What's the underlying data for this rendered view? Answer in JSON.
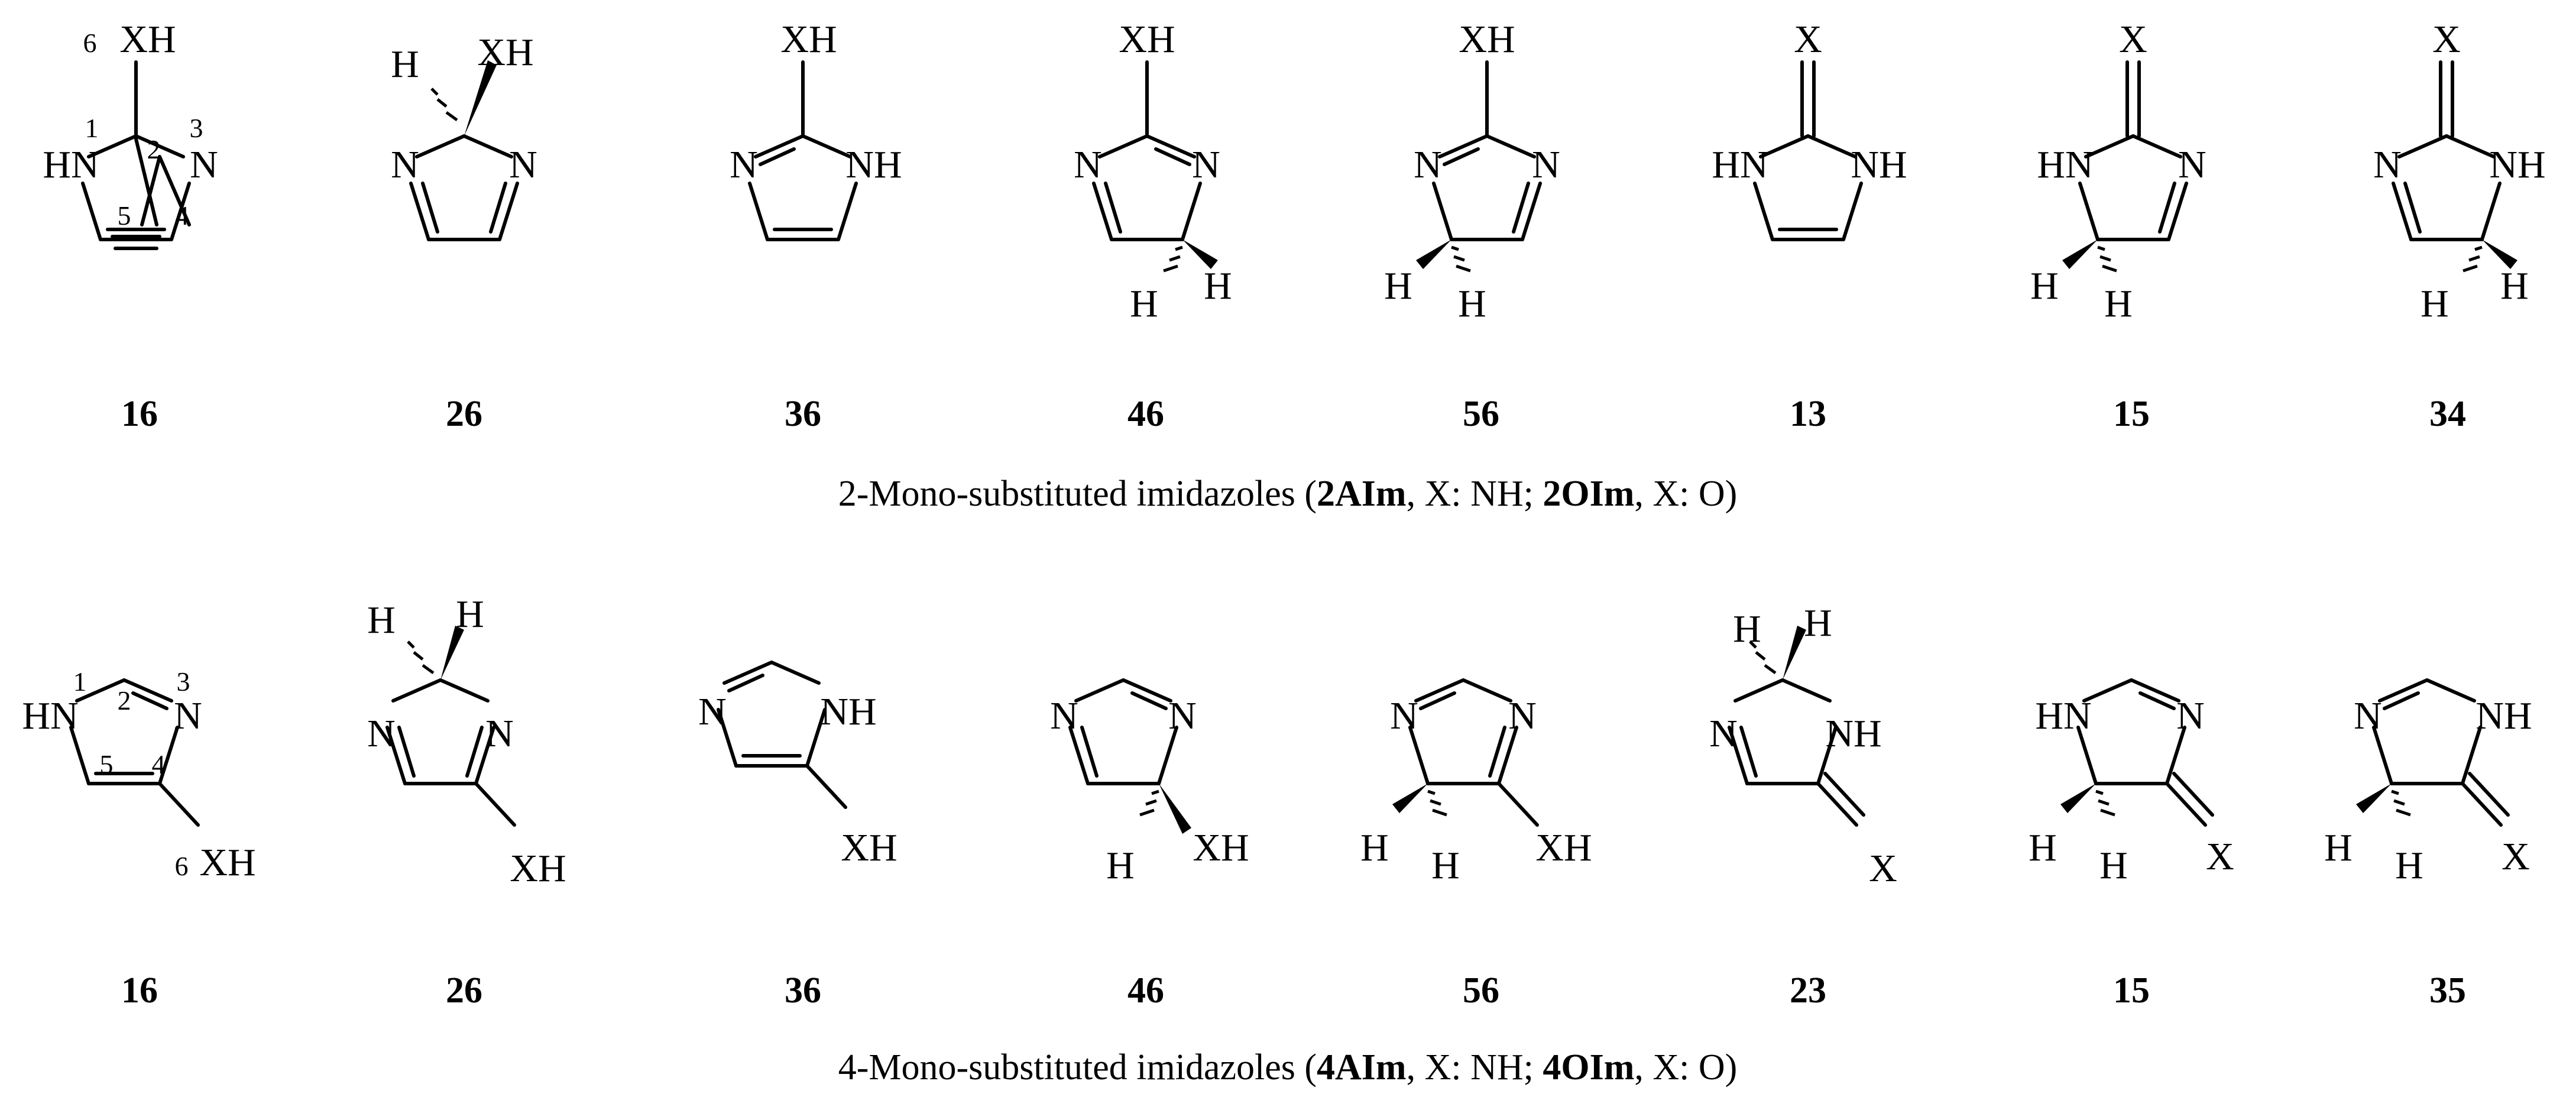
{
  "rows": [
    {
      "structures": [
        {
          "label": "16",
          "atoms": [
            "6",
            "XH",
            "1",
            "2",
            "3",
            "HN",
            "N",
            "5",
            "4"
          ]
        },
        {
          "label": "26",
          "atoms": [
            "H",
            "XH",
            "N",
            "N"
          ]
        },
        {
          "label": "36",
          "atoms": [
            "XH",
            "N",
            "NH"
          ]
        },
        {
          "label": "46",
          "atoms": [
            "XH",
            "N",
            "N",
            "H",
            "H"
          ]
        },
        {
          "label": "56",
          "atoms": [
            "XH",
            "N",
            "N",
            "H",
            "H"
          ]
        },
        {
          "label": "13",
          "atoms": [
            "X",
            "HN",
            "NH"
          ]
        },
        {
          "label": "15",
          "atoms": [
            "X",
            "HN",
            "N",
            "H",
            "H"
          ]
        },
        {
          "label": "34",
          "atoms": [
            "X",
            "N",
            "NH",
            "H",
            "H"
          ]
        }
      ],
      "caption": {
        "pre": "2-Mono-substituted imidazoles (",
        "b1": "2AIm",
        "mid": ", X: NH; ",
        "b2": "2OIm",
        "post": ", X: O)"
      }
    },
    {
      "structures": [
        {
          "label": "16",
          "atoms": [
            "1",
            "2",
            "3",
            "HN",
            "N",
            "5",
            "4",
            "6",
            "XH"
          ]
        },
        {
          "label": "26",
          "atoms": [
            "H",
            "H",
            "N",
            "N",
            "XH"
          ]
        },
        {
          "label": "36",
          "atoms": [
            "N",
            "NH",
            "XH"
          ]
        },
        {
          "label": "46",
          "atoms": [
            "N",
            "N",
            "H",
            "XH"
          ]
        },
        {
          "label": "56",
          "atoms": [
            "N",
            "N",
            "H",
            "H",
            "XH"
          ]
        },
        {
          "label": "23",
          "atoms": [
            "H",
            "H",
            "N",
            "NH",
            "X"
          ]
        },
        {
          "label": "15",
          "atoms": [
            "HN",
            "N",
            "H",
            "H",
            "X"
          ]
        },
        {
          "label": "35",
          "atoms": [
            "N",
            "NH",
            "H",
            "H",
            "X"
          ]
        }
      ],
      "caption": {
        "pre": "4-Mono-substituted imidazoles (",
        "b1": "4AIm",
        "mid": ", X: NH; ",
        "b2": "4OIm",
        "post": ", X: O)"
      }
    }
  ]
}
